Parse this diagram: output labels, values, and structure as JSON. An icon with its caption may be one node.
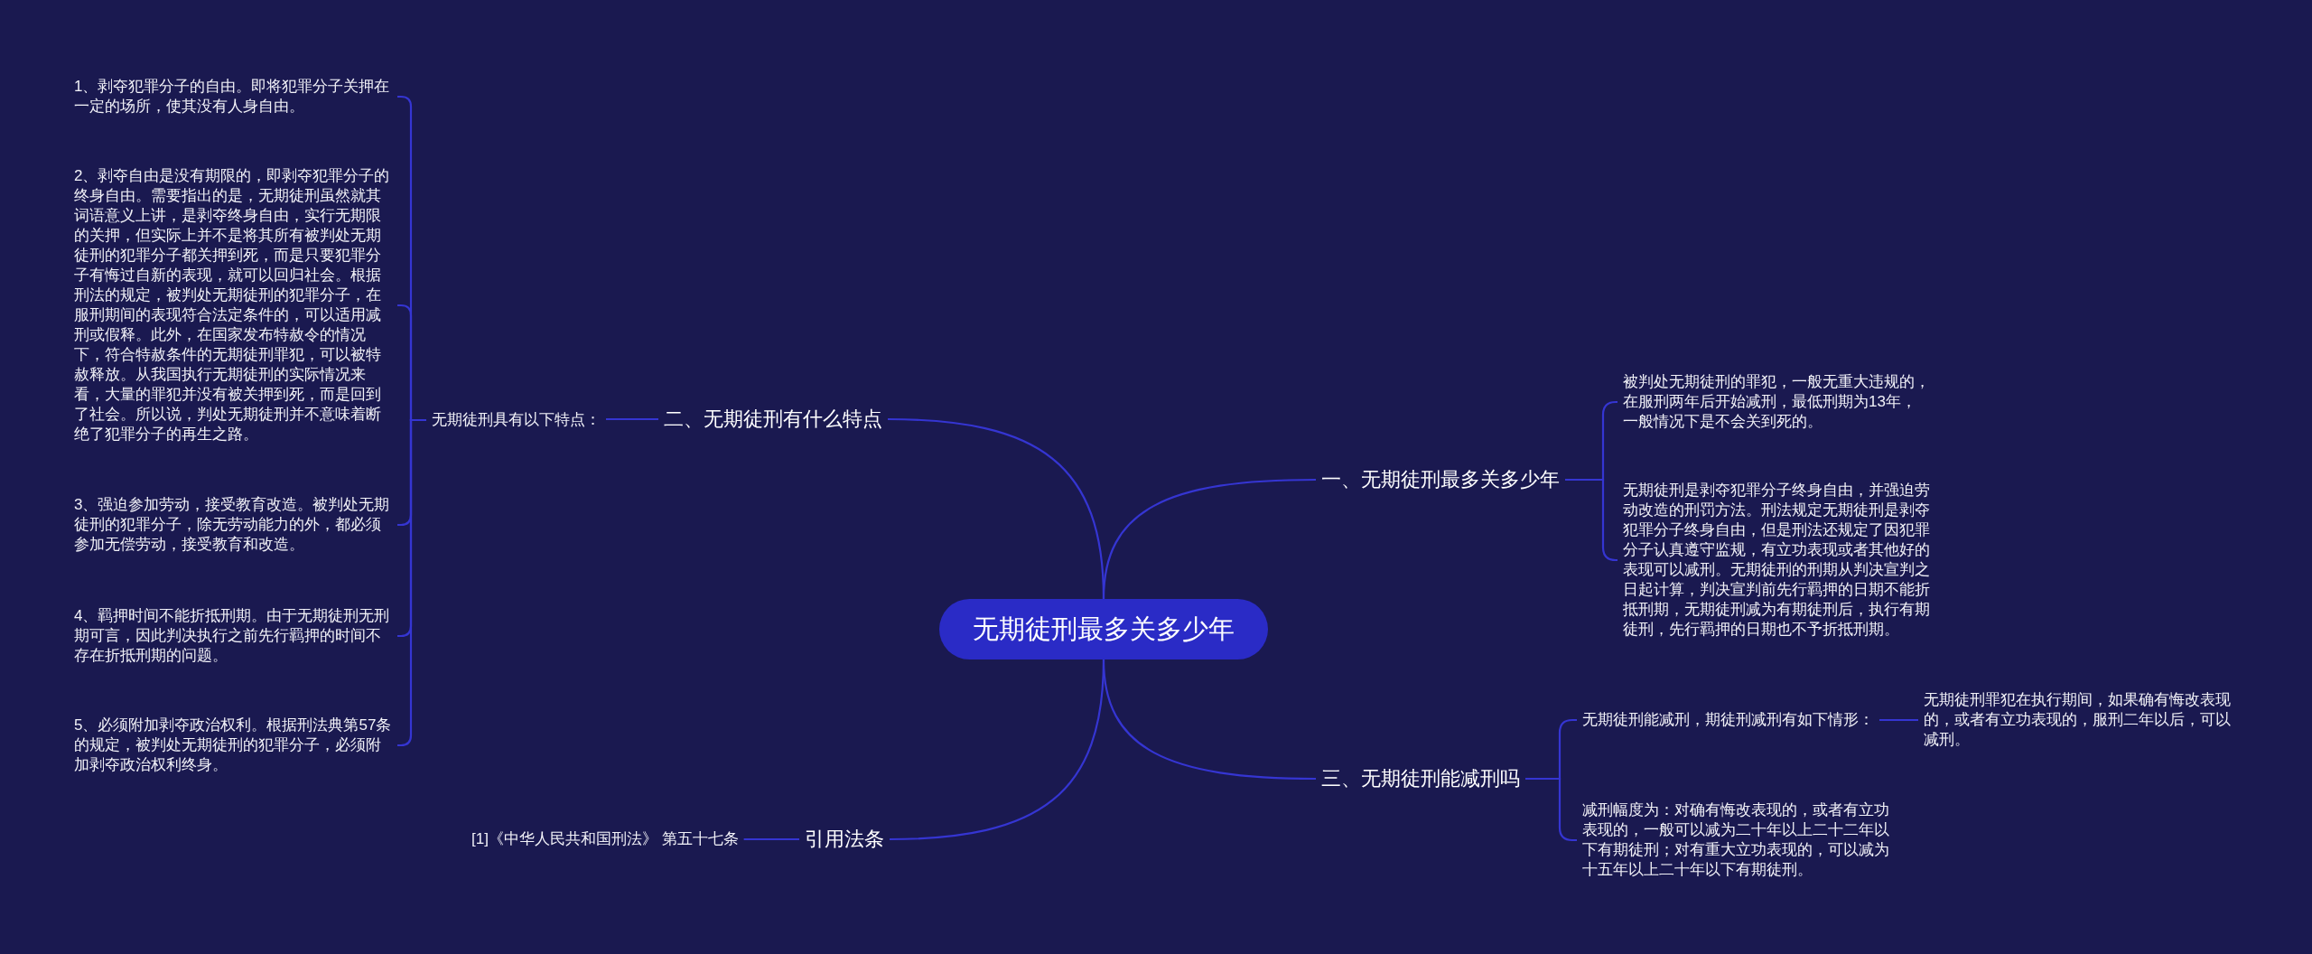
{
  "diagram": {
    "nodes": [
      {
        "text": [
          "无期徒刑最多关多少年"
        ]
      },
      {
        "text": [
          "一、无期徒刑最多关多少年"
        ]
      },
      {
        "text": [
          "被判处无期徒刑的罪犯，一般无重大违规的，在服刑两年后开始减刑，最低刑期为13年，一般情况下是不会关到死的。"
        ]
      },
      {
        "text": [
          "无期徒刑是剥夺犯罪分子终身自由，并强迫劳动改造的刑罚方法。刑法规定无期徒刑是剥夺犯罪分子终身自由，但是刑法还规定了因犯罪分子认真遵守监规，有立功表现或者其他好的表现可以减刑。无期徒刑的刑期从判决宣判之日起计算，判决宣判前先行羁押的日期不能折抵刑期，无期徒刑减为有期徒刑后，执行有期徒刑，先行羁押的日期也不予折抵刑期。"
        ]
      },
      {
        "text": [
          "二、无期徒刑有什么特点"
        ]
      },
      {
        "text": [
          "无期徒刑具有以下特点："
        ]
      },
      {
        "text": [
          "1、剥夺犯罪分子的自由。即将犯罪分子关押在一定的场所，使其没有人身自由。"
        ]
      },
      {
        "text": [
          "2、剥夺自由是没有期限的，即剥夺犯罪分子的终身自由。需要指出的是，无期徒刑虽然就其词语意义上讲，是剥夺终身自由，实行无期限的关押，但实际上并不是将其所有被判处无期徒刑的犯罪分子都关押到死，而是只要犯罪分子有悔过自新的表现，就可以回归社会。根据刑法的规定，被判处无期徒刑的犯罪分子，在服刑期间的表现符合法定条件的，可以适用减刑或假释。此外，在国家发布特赦令的情况下，符合特赦条件的无期徒刑罪犯，可以被特赦释放。从我国执行无期徒刑的实际情况来看，大量的罪犯并没有被关押到死，而是回到了社会。所以说，判处无期徒刑并不意味着断绝了犯罪分子的再生之路。"
        ]
      },
      {
        "text": [
          "3、强迫参加劳动，接受教育改造。被判处无期徒刑的犯罪分子，除无劳动能力的外，都必须参加无偿劳动，接受教育和改造。"
        ]
      },
      {
        "text": [
          "4、羁押时间不能折抵刑期。由于无期徒刑无刑期可言，因此判决执行之前先行羁押的时间不存在折抵刑期的问题。"
        ]
      },
      {
        "text": [
          "5、必须附加剥夺政治权利。根据刑法典第57条的规定，被判处无期徒刑的犯罪分子，必须附加剥夺政治权利终身。"
        ]
      },
      {
        "text": [
          "三、无期徒刑能减刑吗"
        ]
      },
      {
        "text": [
          "无期徒刑能减刑，期徒刑减刑有如下情形："
        ]
      },
      {
        "text": [
          "无期徒刑罪犯在执行期间，如果确有悔改表现的，或者有立功表现的，服刑二年以后，可以减刑。"
        ]
      },
      {
        "text": [
          "减刑幅度为：对确有悔改表现的，或者有立功表现的，一般可以减为二十年以上二十二年以下有期徒刑；对有重大立功表现的，可以减为十五年以上二十年以下有期徒刑。"
        ]
      },
      {
        "text": [
          "引用法条"
        ]
      },
      {
        "text": [
          "[1]《中华人民共和国刑法》 第五十七条"
        ]
      }
    ],
    "edges": [
      {
        "from": 0,
        "to": 1,
        "arrow": "none"
      },
      {
        "from": 1,
        "to": 2,
        "arrow": "none"
      },
      {
        "from": 1,
        "to": 3,
        "arrow": "none"
      },
      {
        "from": 0,
        "to": 4,
        "arrow": "none"
      },
      {
        "from": 4,
        "to": 5,
        "arrow": "none"
      },
      {
        "from": 5,
        "to": 6,
        "arrow": "none"
      },
      {
        "from": 5,
        "to": 7,
        "arrow": "none"
      },
      {
        "from": 5,
        "to": 8,
        "arrow": "none"
      },
      {
        "from": 5,
        "to": 9,
        "arrow": "none"
      },
      {
        "from": 5,
        "to": 10,
        "arrow": "none"
      },
      {
        "from": 0,
        "to": 11,
        "arrow": "none"
      },
      {
        "from": 11,
        "to": 12,
        "arrow": "none"
      },
      {
        "from": 12,
        "to": 13,
        "arrow": "none"
      },
      {
        "from": 11,
        "to": 14,
        "arrow": "none"
      },
      {
        "from": 0,
        "to": 15,
        "arrow": "none"
      },
      {
        "from": 15,
        "to": 16,
        "arrow": "none"
      }
    ]
  }
}
